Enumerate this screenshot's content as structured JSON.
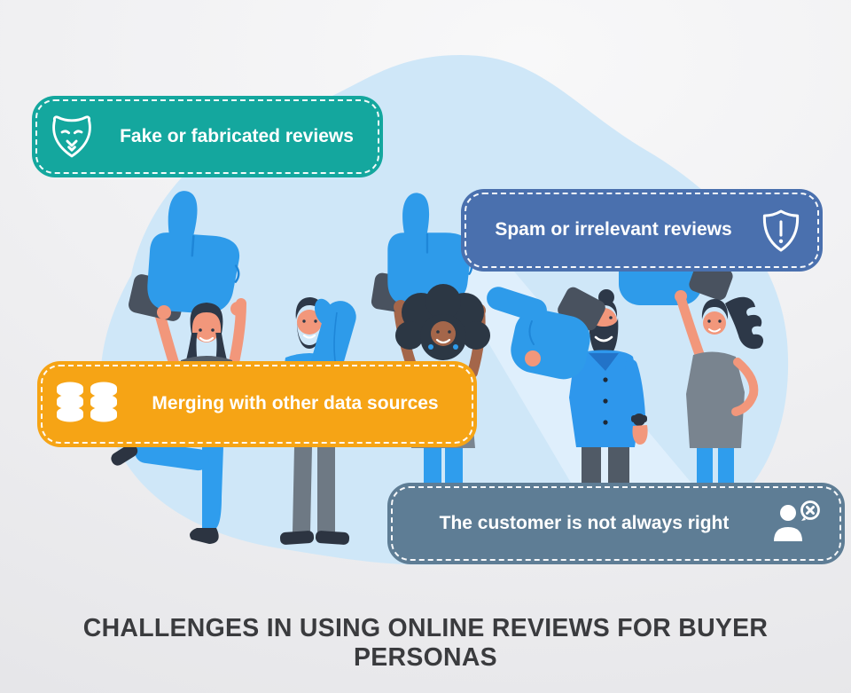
{
  "title": {
    "text": "CHALLENGES IN USING ONLINE REVIEWS FOR BUYER PERSONAS",
    "color": "#3A3B3E"
  },
  "callouts": [
    {
      "label": "Fake or fabricated reviews",
      "color": "#14A79E",
      "icon": "mask-icon"
    },
    {
      "label": "Spam or irrelevant reviews",
      "color": "#4A70AE",
      "icon": "shield-exclamation-icon"
    },
    {
      "label": "Merging with other data sources",
      "color": "#F6A415",
      "icon": "database-icon"
    },
    {
      "label": "The customer is not always right",
      "color": "#5E7D95",
      "icon": "user-x-icon"
    }
  ],
  "illustration": {
    "motif": "five people holding thumbs-up signs",
    "people_count": 5,
    "blob_color": "#CFE7F8",
    "thumb_color": "#2E9BEA"
  }
}
